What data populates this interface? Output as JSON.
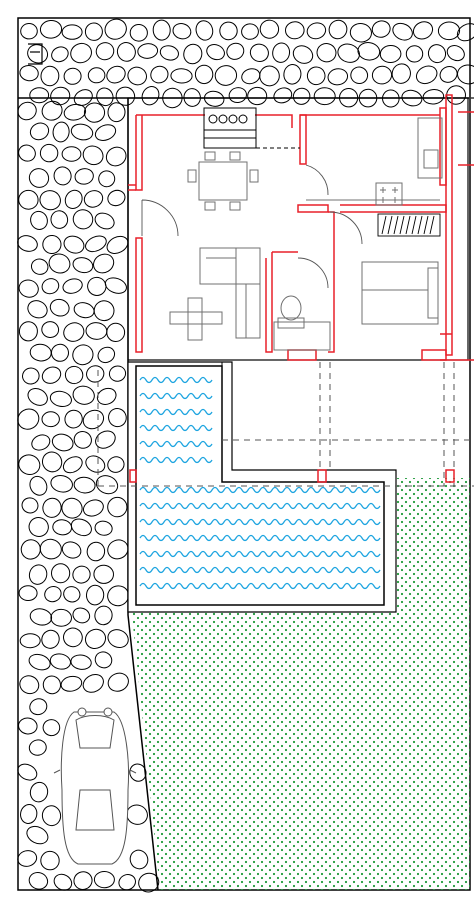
{
  "drawing": {
    "type": "architectural floor plan",
    "colors": {
      "outline": "#000000",
      "walls": "#e8202a",
      "pool_water": "#1fa5e0",
      "lawn_dots": "#1f9a3a",
      "dash": "#555555",
      "furniture": "#707070",
      "background": "#ffffff"
    },
    "zones": [
      {
        "id": "stone-wall-top",
        "kind": "stone-wall"
      },
      {
        "id": "stone-wall-left",
        "kind": "stone-wall"
      },
      {
        "id": "living-dining",
        "kind": "room"
      },
      {
        "id": "kitchen",
        "kind": "room"
      },
      {
        "id": "bedroom",
        "kind": "room"
      },
      {
        "id": "bathroom",
        "kind": "room"
      },
      {
        "id": "pool",
        "kind": "swimming-pool"
      },
      {
        "id": "terrace",
        "kind": "paved-terrace"
      },
      {
        "id": "lawn",
        "kind": "garden"
      },
      {
        "id": "car",
        "kind": "parked-car"
      }
    ]
  }
}
